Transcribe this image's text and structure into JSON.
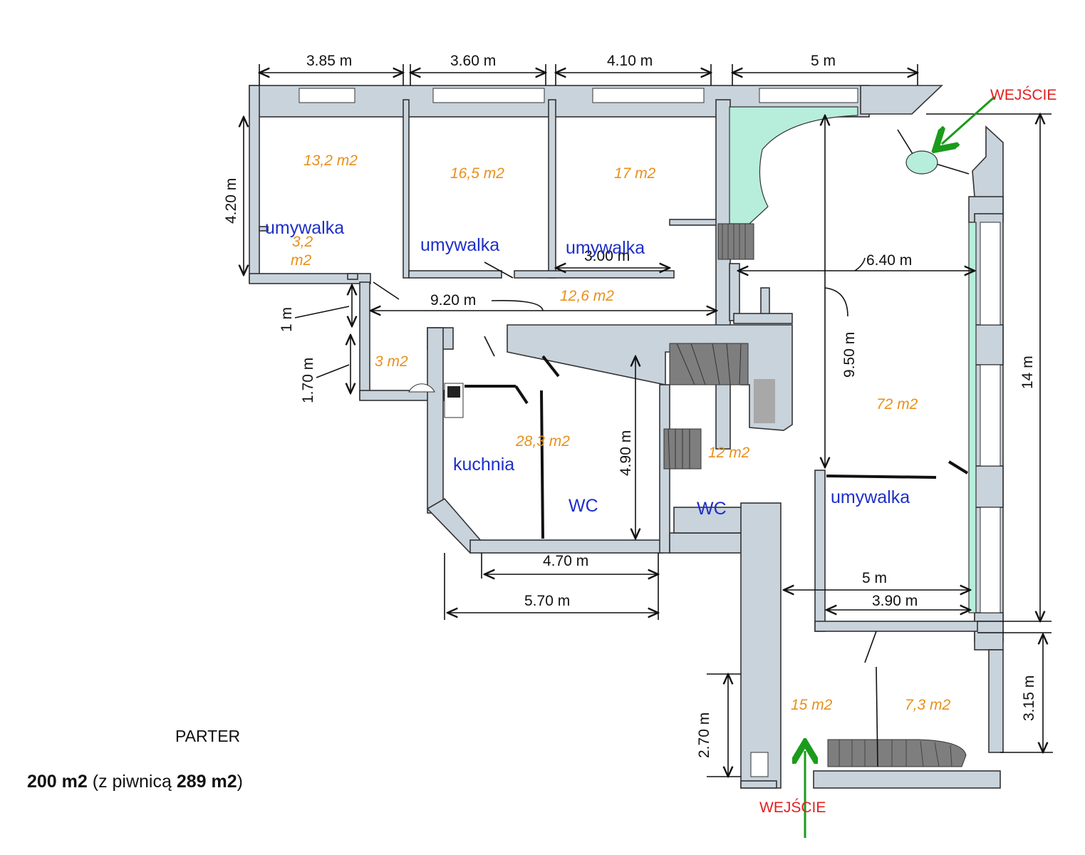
{
  "dimensions": {
    "top_1": "3.85 m",
    "top_2": "3.60 m",
    "top_3": "4.10 m",
    "top_4": "5 m",
    "left_height": "4.20 m",
    "corridor_w": "1 m",
    "small_h": "1.70 m",
    "corridor_len": "9.20 m",
    "room3_w": "3.00 m",
    "hall_w": "6.40 m",
    "hall_h": "9.50 m",
    "right_total": "14 m",
    "kitchen_h": "4.90 m",
    "kitchen_w1": "4.70 m",
    "kitchen_w2": "5.70 m",
    "lower_w1": "5 m",
    "lower_w2": "3.90 m",
    "bottom_right_h": "3.15 m",
    "bottom_left_h": "2.70 m"
  },
  "areas": {
    "room1": "13,2 m2",
    "room2": "16,5 m2",
    "room3": "17 m2",
    "bath_small_a": "3,2",
    "bath_small_b": "m2",
    "corridor": "12,6 m2",
    "small": "3 m2",
    "kitchen": "28,3 m2",
    "stair_room": "12 m2",
    "hall": "72 m2",
    "bottom_left": "15 m2",
    "bottom_right": "7,3 m2"
  },
  "labels": {
    "sink1": "umywalka",
    "sink2": "umywalka",
    "sink3": "umywalka",
    "sink4": "umywalka",
    "kitchen": "kuchnia",
    "wc1": "WC",
    "wc2": "WC",
    "entry_top": "WEJŚCIE",
    "entry_bottom": "WEJŚCIE"
  },
  "caption": {
    "floor": "PARTER",
    "total_area": "200 m2",
    "total_mid": " (z piwnicą ",
    "total_with_cellar": "289 m2",
    "total_end": ")"
  },
  "colors": {
    "wall": "#c9d3dc",
    "area_text": "#e8901a",
    "room_text": "#1e2fc8",
    "entry_text": "#e21f1f",
    "arrow": "#1b9b1b",
    "mint": "#b7eddb"
  }
}
